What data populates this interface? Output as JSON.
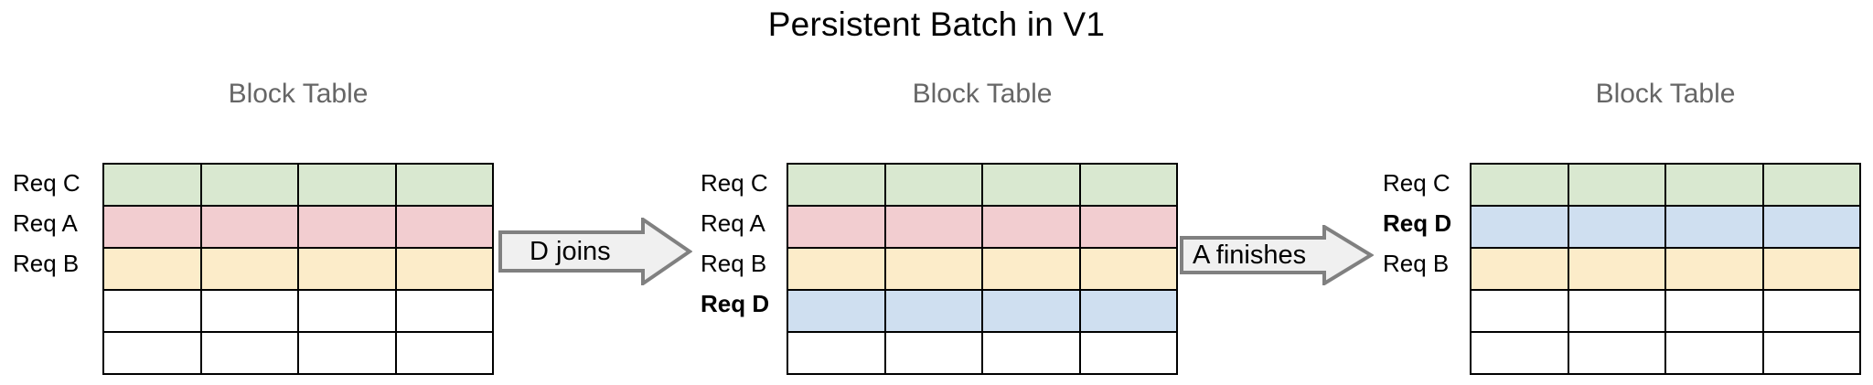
{
  "title": "Persistent Batch in V1",
  "palette": {
    "green": "#d9e8d0",
    "pink": "#f2cdd0",
    "yellow": "#fcecc9",
    "blue": "#cfdff0",
    "empty": "#ffffff",
    "grid_line": "#000000",
    "caption_gray": "#666666",
    "arrow_fill": "#f0f0f0",
    "arrow_stroke": "#808080"
  },
  "stages": [
    {
      "caption": "Block Table",
      "columns": 4,
      "rows": [
        {
          "label": "Req C",
          "bold": false,
          "color": "green"
        },
        {
          "label": "Req A",
          "bold": false,
          "color": "pink"
        },
        {
          "label": "Req B",
          "bold": false,
          "color": "yellow"
        },
        {
          "label": "",
          "bold": false,
          "color": "empty"
        },
        {
          "label": "",
          "bold": false,
          "color": "empty"
        }
      ]
    },
    {
      "caption": "Block Table",
      "columns": 4,
      "rows": [
        {
          "label": "Req C",
          "bold": false,
          "color": "green"
        },
        {
          "label": "Req A",
          "bold": false,
          "color": "pink"
        },
        {
          "label": "Req B",
          "bold": false,
          "color": "yellow"
        },
        {
          "label": "Req D",
          "bold": true,
          "color": "blue"
        },
        {
          "label": "",
          "bold": false,
          "color": "empty"
        }
      ]
    },
    {
      "caption": "Block Table",
      "columns": 4,
      "rows": [
        {
          "label": "Req C",
          "bold": false,
          "color": "green"
        },
        {
          "label": "Req D",
          "bold": true,
          "color": "blue"
        },
        {
          "label": "Req B",
          "bold": false,
          "color": "yellow"
        },
        {
          "label": "",
          "bold": false,
          "color": "empty"
        },
        {
          "label": "",
          "bold": false,
          "color": "empty"
        }
      ]
    }
  ],
  "arrows": [
    {
      "label": "D joins"
    },
    {
      "label": "A finishes"
    }
  ]
}
